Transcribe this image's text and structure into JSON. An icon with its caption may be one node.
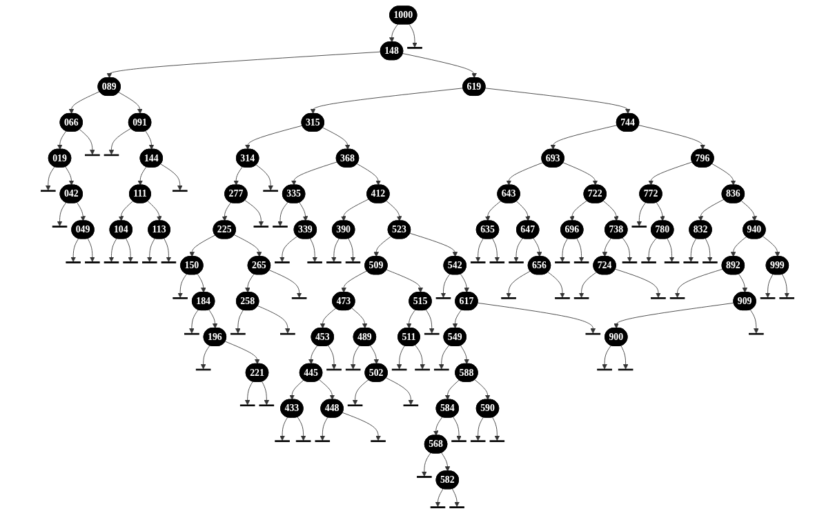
{
  "diagram": {
    "nodes": [
      {
        "text": [
          "1000"
        ]
      },
      {
        "text": [
          "148"
        ]
      },
      {
        "text": [
          "089"
        ]
      },
      {
        "text": [
          "066"
        ]
      },
      {
        "text": [
          "019"
        ]
      },
      {
        "text": [],
        "shape": "bar"
      },
      {
        "text": [
          "042"
        ]
      },
      {
        "text": [],
        "shape": "bar"
      },
      {
        "text": [
          "049"
        ]
      },
      {
        "text": [],
        "shape": "bar"
      },
      {
        "text": [],
        "shape": "bar"
      },
      {
        "text": [],
        "shape": "bar"
      },
      {
        "text": [
          "091"
        ]
      },
      {
        "text": [],
        "shape": "bar"
      },
      {
        "text": [
          "144"
        ]
      },
      {
        "text": [
          "111"
        ]
      },
      {
        "text": [
          "104"
        ]
      },
      {
        "text": [],
        "shape": "bar"
      },
      {
        "text": [],
        "shape": "bar"
      },
      {
        "text": [
          "113"
        ]
      },
      {
        "text": [],
        "shape": "bar"
      },
      {
        "text": [],
        "shape": "bar"
      },
      {
        "text": [],
        "shape": "bar"
      },
      {
        "text": [
          "619"
        ]
      },
      {
        "text": [
          "315"
        ]
      },
      {
        "text": [
          "314"
        ]
      },
      {
        "text": [
          "277"
        ]
      },
      {
        "text": [
          "225"
        ]
      },
      {
        "text": [
          "150"
        ]
      },
      {
        "text": [],
        "shape": "bar"
      },
      {
        "text": [
          "184"
        ]
      },
      {
        "text": [],
        "shape": "bar"
      },
      {
        "text": [
          "196"
        ]
      },
      {
        "text": [],
        "shape": "bar"
      },
      {
        "text": [
          "221"
        ]
      },
      {
        "text": [],
        "shape": "bar"
      },
      {
        "text": [],
        "shape": "bar"
      },
      {
        "text": [
          "265"
        ]
      },
      {
        "text": [
          "258"
        ]
      },
      {
        "text": [],
        "shape": "bar"
      },
      {
        "text": [],
        "shape": "bar"
      },
      {
        "text": [],
        "shape": "bar"
      },
      {
        "text": [],
        "shape": "bar"
      },
      {
        "text": [],
        "shape": "bar"
      },
      {
        "text": [
          "368"
        ]
      },
      {
        "text": [
          "335"
        ]
      },
      {
        "text": [],
        "shape": "bar"
      },
      {
        "text": [
          "339"
        ]
      },
      {
        "text": [],
        "shape": "bar"
      },
      {
        "text": [],
        "shape": "bar"
      },
      {
        "text": [
          "412"
        ]
      },
      {
        "text": [
          "390"
        ]
      },
      {
        "text": [],
        "shape": "bar"
      },
      {
        "text": [],
        "shape": "bar"
      },
      {
        "text": [
          "523"
        ]
      },
      {
        "text": [
          "509"
        ]
      },
      {
        "text": [
          "473"
        ]
      },
      {
        "text": [
          "453"
        ]
      },
      {
        "text": [
          "445"
        ]
      },
      {
        "text": [
          "433"
        ]
      },
      {
        "text": [],
        "shape": "bar"
      },
      {
        "text": [],
        "shape": "bar"
      },
      {
        "text": [
          "448"
        ]
      },
      {
        "text": [],
        "shape": "bar"
      },
      {
        "text": [],
        "shape": "bar"
      },
      {
        "text": [],
        "shape": "bar"
      },
      {
        "text": [
          "489"
        ]
      },
      {
        "text": [],
        "shape": "bar"
      },
      {
        "text": [
          "502"
        ]
      },
      {
        "text": [],
        "shape": "bar"
      },
      {
        "text": [],
        "shape": "bar"
      },
      {
        "text": [
          "515"
        ]
      },
      {
        "text": [
          "511"
        ]
      },
      {
        "text": [],
        "shape": "bar"
      },
      {
        "text": [],
        "shape": "bar"
      },
      {
        "text": [],
        "shape": "bar"
      },
      {
        "text": [
          "542"
        ]
      },
      {
        "text": [],
        "shape": "bar"
      },
      {
        "text": [
          "617"
        ]
      },
      {
        "text": [
          "549"
        ]
      },
      {
        "text": [],
        "shape": "bar"
      },
      {
        "text": [
          "588"
        ]
      },
      {
        "text": [
          "584"
        ]
      },
      {
        "text": [
          "568"
        ]
      },
      {
        "text": [],
        "shape": "bar"
      },
      {
        "text": [
          "582"
        ]
      },
      {
        "text": [],
        "shape": "bar"
      },
      {
        "text": [],
        "shape": "bar"
      },
      {
        "text": [],
        "shape": "bar"
      },
      {
        "text": [
          "590"
        ]
      },
      {
        "text": [],
        "shape": "bar"
      },
      {
        "text": [],
        "shape": "bar"
      },
      {
        "text": [],
        "shape": "bar"
      },
      {
        "text": [
          "744"
        ]
      },
      {
        "text": [
          "693"
        ]
      },
      {
        "text": [
          "643"
        ]
      },
      {
        "text": [
          "635"
        ]
      },
      {
        "text": [],
        "shape": "bar"
      },
      {
        "text": [],
        "shape": "bar"
      },
      {
        "text": [
          "647"
        ]
      },
      {
        "text": [],
        "shape": "bar"
      },
      {
        "text": [
          "656"
        ]
      },
      {
        "text": [],
        "shape": "bar"
      },
      {
        "text": [],
        "shape": "bar"
      },
      {
        "text": [
          "722"
        ]
      },
      {
        "text": [
          "696"
        ]
      },
      {
        "text": [],
        "shape": "bar"
      },
      {
        "text": [],
        "shape": "bar"
      },
      {
        "text": [
          "738"
        ]
      },
      {
        "text": [
          "724"
        ]
      },
      {
        "text": [],
        "shape": "bar"
      },
      {
        "text": [],
        "shape": "bar"
      },
      {
        "text": [],
        "shape": "bar"
      },
      {
        "text": [
          "796"
        ]
      },
      {
        "text": [
          "772"
        ]
      },
      {
        "text": [],
        "shape": "bar"
      },
      {
        "text": [
          "780"
        ]
      },
      {
        "text": [],
        "shape": "bar"
      },
      {
        "text": [],
        "shape": "bar"
      },
      {
        "text": [
          "836"
        ]
      },
      {
        "text": [
          "832"
        ]
      },
      {
        "text": [],
        "shape": "bar"
      },
      {
        "text": [],
        "shape": "bar"
      },
      {
        "text": [
          "940"
        ]
      },
      {
        "text": [
          "892"
        ]
      },
      {
        "text": [],
        "shape": "bar"
      },
      {
        "text": [
          "909"
        ]
      },
      {
        "text": [
          "900"
        ]
      },
      {
        "text": [],
        "shape": "bar"
      },
      {
        "text": [],
        "shape": "bar"
      },
      {
        "text": [],
        "shape": "bar"
      },
      {
        "text": [
          "999"
        ]
      },
      {
        "text": [],
        "shape": "bar"
      },
      {
        "text": [],
        "shape": "bar"
      },
      {
        "text": [],
        "shape": "bar"
      }
    ],
    "edges": [
      {
        "from": 0,
        "to": 1,
        "arrow": "to"
      },
      {
        "from": 1,
        "to": 2,
        "arrow": "to"
      },
      {
        "from": 2,
        "to": 3,
        "arrow": "to"
      },
      {
        "from": 3,
        "to": 4,
        "arrow": "to"
      },
      {
        "from": 4,
        "to": 5,
        "arrow": "to"
      },
      {
        "from": 4,
        "to": 6,
        "arrow": "to"
      },
      {
        "from": 6,
        "to": 7,
        "arrow": "to"
      },
      {
        "from": 6,
        "to": 8,
        "arrow": "to"
      },
      {
        "from": 8,
        "to": 9,
        "arrow": "to"
      },
      {
        "from": 8,
        "to": 10,
        "arrow": "to"
      },
      {
        "from": 3,
        "to": 11,
        "arrow": "to"
      },
      {
        "from": 2,
        "to": 12,
        "arrow": "to"
      },
      {
        "from": 12,
        "to": 13,
        "arrow": "to"
      },
      {
        "from": 12,
        "to": 14,
        "arrow": "to"
      },
      {
        "from": 14,
        "to": 15,
        "arrow": "to"
      },
      {
        "from": 15,
        "to": 16,
        "arrow": "to"
      },
      {
        "from": 16,
        "to": 17,
        "arrow": "to"
      },
      {
        "from": 16,
        "to": 18,
        "arrow": "to"
      },
      {
        "from": 15,
        "to": 19,
        "arrow": "to"
      },
      {
        "from": 19,
        "to": 20,
        "arrow": "to"
      },
      {
        "from": 19,
        "to": 21,
        "arrow": "to"
      },
      {
        "from": 14,
        "to": 22,
        "arrow": "to"
      },
      {
        "from": 1,
        "to": 23,
        "arrow": "to"
      },
      {
        "from": 23,
        "to": 24,
        "arrow": "to"
      },
      {
        "from": 24,
        "to": 25,
        "arrow": "to"
      },
      {
        "from": 25,
        "to": 26,
        "arrow": "to"
      },
      {
        "from": 26,
        "to": 27,
        "arrow": "to"
      },
      {
        "from": 27,
        "to": 28,
        "arrow": "to"
      },
      {
        "from": 28,
        "to": 29,
        "arrow": "to"
      },
      {
        "from": 28,
        "to": 30,
        "arrow": "to"
      },
      {
        "from": 30,
        "to": 31,
        "arrow": "to"
      },
      {
        "from": 30,
        "to": 32,
        "arrow": "to"
      },
      {
        "from": 32,
        "to": 33,
        "arrow": "to"
      },
      {
        "from": 32,
        "to": 34,
        "arrow": "to"
      },
      {
        "from": 34,
        "to": 35,
        "arrow": "to"
      },
      {
        "from": 34,
        "to": 36,
        "arrow": "to"
      },
      {
        "from": 27,
        "to": 37,
        "arrow": "to"
      },
      {
        "from": 37,
        "to": 38,
        "arrow": "to"
      },
      {
        "from": 38,
        "to": 39,
        "arrow": "to"
      },
      {
        "from": 38,
        "to": 40,
        "arrow": "to"
      },
      {
        "from": 37,
        "to": 41,
        "arrow": "to"
      },
      {
        "from": 26,
        "to": 42,
        "arrow": "to"
      },
      {
        "from": 25,
        "to": 43,
        "arrow": "to"
      },
      {
        "from": 24,
        "to": 44,
        "arrow": "to"
      },
      {
        "from": 44,
        "to": 45,
        "arrow": "to"
      },
      {
        "from": 45,
        "to": 46,
        "arrow": "to"
      },
      {
        "from": 45,
        "to": 47,
        "arrow": "to"
      },
      {
        "from": 47,
        "to": 48,
        "arrow": "to"
      },
      {
        "from": 47,
        "to": 49,
        "arrow": "to"
      },
      {
        "from": 44,
        "to": 50,
        "arrow": "to"
      },
      {
        "from": 50,
        "to": 51,
        "arrow": "to"
      },
      {
        "from": 51,
        "to": 52,
        "arrow": "to"
      },
      {
        "from": 51,
        "to": 53,
        "arrow": "to"
      },
      {
        "from": 50,
        "to": 54,
        "arrow": "to"
      },
      {
        "from": 54,
        "to": 55,
        "arrow": "to"
      },
      {
        "from": 55,
        "to": 56,
        "arrow": "to"
      },
      {
        "from": 56,
        "to": 57,
        "arrow": "to"
      },
      {
        "from": 57,
        "to": 58,
        "arrow": "to"
      },
      {
        "from": 58,
        "to": 59,
        "arrow": "to"
      },
      {
        "from": 59,
        "to": 60,
        "arrow": "to"
      },
      {
        "from": 59,
        "to": 61,
        "arrow": "to"
      },
      {
        "from": 58,
        "to": 62,
        "arrow": "to"
      },
      {
        "from": 62,
        "to": 63,
        "arrow": "to"
      },
      {
        "from": 62,
        "to": 64,
        "arrow": "to"
      },
      {
        "from": 57,
        "to": 65,
        "arrow": "to"
      },
      {
        "from": 56,
        "to": 66,
        "arrow": "to"
      },
      {
        "from": 66,
        "to": 67,
        "arrow": "to"
      },
      {
        "from": 66,
        "to": 68,
        "arrow": "to"
      },
      {
        "from": 68,
        "to": 69,
        "arrow": "to"
      },
      {
        "from": 68,
        "to": 70,
        "arrow": "to"
      },
      {
        "from": 55,
        "to": 71,
        "arrow": "to"
      },
      {
        "from": 71,
        "to": 72,
        "arrow": "to"
      },
      {
        "from": 72,
        "to": 73,
        "arrow": "to"
      },
      {
        "from": 72,
        "to": 74,
        "arrow": "to"
      },
      {
        "from": 71,
        "to": 75,
        "arrow": "to"
      },
      {
        "from": 54,
        "to": 76,
        "arrow": "to"
      },
      {
        "from": 76,
        "to": 77,
        "arrow": "to"
      },
      {
        "from": 76,
        "to": 78,
        "arrow": "to"
      },
      {
        "from": 78,
        "to": 79,
        "arrow": "to"
      },
      {
        "from": 79,
        "to": 80,
        "arrow": "to"
      },
      {
        "from": 79,
        "to": 81,
        "arrow": "to"
      },
      {
        "from": 81,
        "to": 82,
        "arrow": "to"
      },
      {
        "from": 82,
        "to": 83,
        "arrow": "to"
      },
      {
        "from": 83,
        "to": 84,
        "arrow": "to"
      },
      {
        "from": 83,
        "to": 85,
        "arrow": "to"
      },
      {
        "from": 85,
        "to": 86,
        "arrow": "to"
      },
      {
        "from": 85,
        "to": 87,
        "arrow": "to"
      },
      {
        "from": 82,
        "to": 88,
        "arrow": "to"
      },
      {
        "from": 81,
        "to": 89,
        "arrow": "to"
      },
      {
        "from": 89,
        "to": 90,
        "arrow": "to"
      },
      {
        "from": 89,
        "to": 91,
        "arrow": "to"
      },
      {
        "from": 78,
        "to": 92,
        "arrow": "to"
      },
      {
        "from": 23,
        "to": 93,
        "arrow": "to"
      },
      {
        "from": 93,
        "to": 94,
        "arrow": "to"
      },
      {
        "from": 94,
        "to": 95,
        "arrow": "to"
      },
      {
        "from": 95,
        "to": 96,
        "arrow": "to"
      },
      {
        "from": 96,
        "to": 97,
        "arrow": "to"
      },
      {
        "from": 96,
        "to": 98,
        "arrow": "to"
      },
      {
        "from": 95,
        "to": 99,
        "arrow": "to"
      },
      {
        "from": 99,
        "to": 100,
        "arrow": "to"
      },
      {
        "from": 99,
        "to": 101,
        "arrow": "to"
      },
      {
        "from": 101,
        "to": 102,
        "arrow": "to"
      },
      {
        "from": 101,
        "to": 103,
        "arrow": "to"
      },
      {
        "from": 94,
        "to": 104,
        "arrow": "to"
      },
      {
        "from": 104,
        "to": 105,
        "arrow": "to"
      },
      {
        "from": 105,
        "to": 106,
        "arrow": "to"
      },
      {
        "from": 105,
        "to": 107,
        "arrow": "to"
      },
      {
        "from": 104,
        "to": 108,
        "arrow": "to"
      },
      {
        "from": 108,
        "to": 109,
        "arrow": "to"
      },
      {
        "from": 109,
        "to": 110,
        "arrow": "to"
      },
      {
        "from": 109,
        "to": 111,
        "arrow": "to"
      },
      {
        "from": 108,
        "to": 112,
        "arrow": "to"
      },
      {
        "from": 93,
        "to": 113,
        "arrow": "to"
      },
      {
        "from": 113,
        "to": 114,
        "arrow": "to"
      },
      {
        "from": 114,
        "to": 115,
        "arrow": "to"
      },
      {
        "from": 114,
        "to": 116,
        "arrow": "to"
      },
      {
        "from": 116,
        "to": 117,
        "arrow": "to"
      },
      {
        "from": 116,
        "to": 118,
        "arrow": "to"
      },
      {
        "from": 113,
        "to": 119,
        "arrow": "to"
      },
      {
        "from": 119,
        "to": 120,
        "arrow": "to"
      },
      {
        "from": 120,
        "to": 121,
        "arrow": "to"
      },
      {
        "from": 120,
        "to": 122,
        "arrow": "to"
      },
      {
        "from": 119,
        "to": 123,
        "arrow": "to"
      },
      {
        "from": 123,
        "to": 124,
        "arrow": "to"
      },
      {
        "from": 124,
        "to": 125,
        "arrow": "to"
      },
      {
        "from": 124,
        "to": 126,
        "arrow": "to"
      },
      {
        "from": 126,
        "to": 127,
        "arrow": "to"
      },
      {
        "from": 127,
        "to": 128,
        "arrow": "to"
      },
      {
        "from": 127,
        "to": 129,
        "arrow": "to"
      },
      {
        "from": 126,
        "to": 130,
        "arrow": "to"
      },
      {
        "from": 123,
        "to": 131,
        "arrow": "to"
      },
      {
        "from": 131,
        "to": 132,
        "arrow": "to"
      },
      {
        "from": 131,
        "to": 133,
        "arrow": "to"
      },
      {
        "from": 0,
        "to": 134,
        "arrow": "to"
      }
    ]
  }
}
